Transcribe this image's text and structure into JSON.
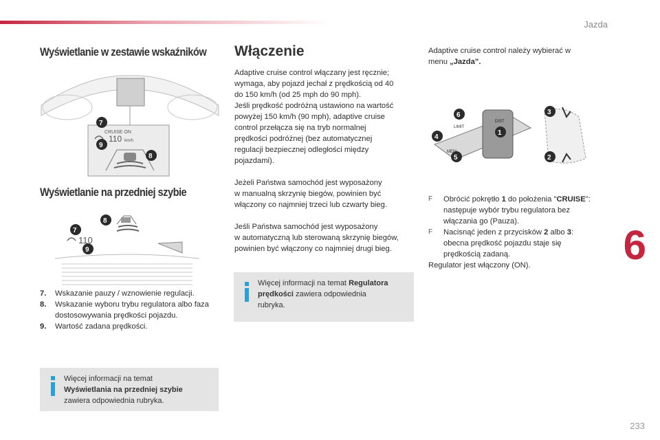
{
  "chapter": {
    "title": "Jazda",
    "number": "6"
  },
  "page_number": "233",
  "left": {
    "heading_cluster": "Wyświetlanie w zestawie wskaźników",
    "cluster_display": {
      "label": "CRUISE ON",
      "speed": "110",
      "unit": "km/h",
      "callouts": [
        "7",
        "8",
        "9"
      ]
    },
    "heading_windscreen": "Wyświetlanie na przedniej szybie",
    "windscreen_display": {
      "speed": "110",
      "callouts": [
        "7",
        "8",
        "9"
      ]
    },
    "legend": [
      {
        "num": "7.",
        "text": "Wskazanie pauzy / wznowienie regulacji."
      },
      {
        "num": "8.",
        "text": "Wskazanie wyboru trybu regulatora albo faza dostosowywania prędkości pojazdu."
      },
      {
        "num": "9.",
        "text": "Wartość zadana prędkości."
      }
    ],
    "info": {
      "line1": "Więcej informacji na temat",
      "bold": "Wyświetlania na przedniej szybie",
      "line3": "zawiera odpowiednia rubryka."
    }
  },
  "middle": {
    "heading": "Włączenie",
    "para1": [
      "Adaptive cruise control włączany jest ręcznie;",
      "wymaga, aby pojazd jechał z prędkością od 40",
      "do 150 km/h (od 25 mph do 90 mph).",
      "Jeśli prędkość podróżną ustawiono na wartość",
      "powyżej 150 km/h (90 mph), adaptive cruise",
      "control przełącza się na tryb normalnej",
      "prędkości podróżnej (bez automatycznej",
      "regulacji bezpiecznej odległości między",
      "pojazdami)."
    ],
    "para2": [
      "Jeżeli Państwa samochód jest wyposażony",
      "w manualną skrzynię biegów, powinien być",
      "włączony co najmniej trzeci lub czwarty bieg."
    ],
    "para3": [
      "Jeśli Państwa samochód jest wyposażony",
      "w automatyczną lub sterowaną skrzynię biegów,",
      "powinien być włączony co najmniej drugi bieg."
    ],
    "info": {
      "pre": "Więcej informacji na temat",
      "bold_a": "Regulatora",
      "bold_b": "prędkości",
      "post": "zawiera odpowiednia",
      "last": "rubryka."
    }
  },
  "right": {
    "intro_a": "Adaptive cruise control należy wybierać w",
    "intro_b": "menu",
    "intro_bold": "„Jazda”.",
    "stalk_labels": {
      "lim": "LIMIT",
      "dist": "DIST",
      "mem": "MEM",
      "callouts": [
        "1",
        "2",
        "3",
        "4",
        "5",
        "6"
      ]
    },
    "step1": {
      "a": "Obrócić pokrętło",
      "num": "1",
      "b": "do położenia \"",
      "bold": "CRUISE",
      "c": "\":",
      "d": "następuje wybór trybu regulatora bez",
      "e": "włączania go (Pauza)."
    },
    "step2": {
      "a": "Nacisnąć jeden z przycisków",
      "n2": "2",
      "albo": "albo",
      "n3": "3",
      "colon": ":",
      "d": "obecna prędkość pojazdu staje się",
      "e": "prędkością zadaną."
    },
    "final": "Regulator jest włączony (ON).",
    "bullet_glyph": "F"
  }
}
